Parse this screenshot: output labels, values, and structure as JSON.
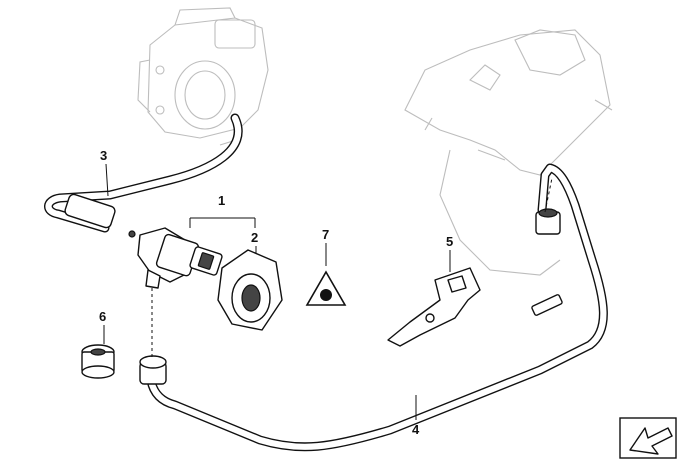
{
  "diagram": {
    "callouts": [
      {
        "id": "callout-1",
        "label": "1"
      },
      {
        "id": "callout-2",
        "label": "2"
      },
      {
        "id": "callout-3",
        "label": "3"
      },
      {
        "id": "callout-4",
        "label": "4"
      },
      {
        "id": "callout-5",
        "label": "5"
      },
      {
        "id": "callout-6",
        "label": "6"
      },
      {
        "id": "callout-7",
        "label": "7"
      }
    ],
    "colors": {
      "line": "#111111",
      "ghost": "#bdbdbd",
      "background": "#ffffff"
    }
  }
}
